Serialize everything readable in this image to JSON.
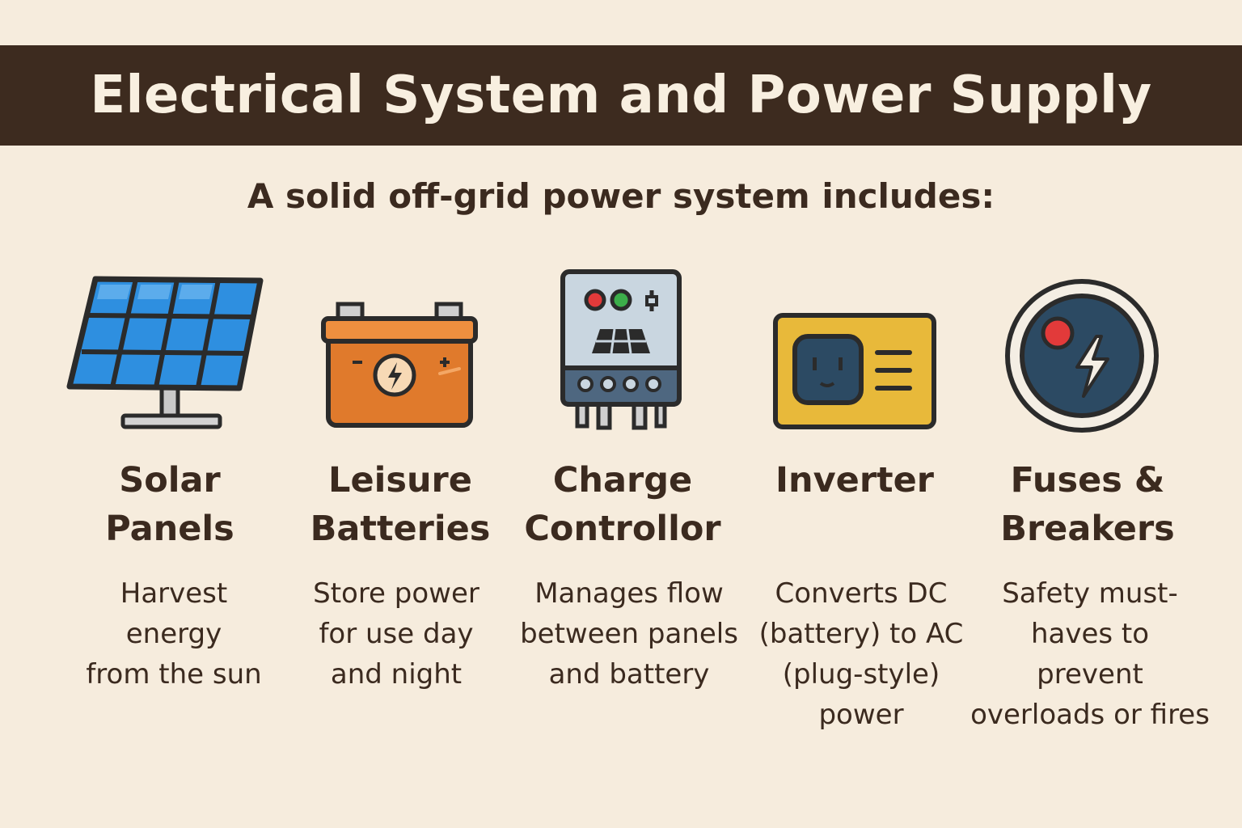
{
  "header": {
    "title": "Electrical System and Power Supply"
  },
  "intro": {
    "text": "A solid off-grid power system includes:"
  },
  "colors": {
    "title_bar": "#3d2b1f",
    "background": "#f6ecdd",
    "solar_blue": "#2e8fe0",
    "battery_orange": "#e07a2c",
    "controller_grey": "#c9d6e0",
    "inverter_yellow": "#e8b93a",
    "breaker_navy": "#2c4a63",
    "indicator_red": "#e23a3a",
    "indicator_green": "#3cae4a"
  },
  "items": [
    {
      "icon": "solar-panel-icon",
      "title_lines": [
        "Solar",
        "Panels"
      ],
      "desc_lines": [
        "Harvest",
        "energy",
        "from the sun"
      ]
    },
    {
      "icon": "battery-icon",
      "title_lines": [
        "Leisure",
        "Batteries"
      ],
      "desc_lines": [
        "Store power",
        "for use day",
        "and night"
      ]
    },
    {
      "icon": "charge-controller-icon",
      "title_lines": [
        "Charge",
        "Controllor"
      ],
      "desc_lines": [
        "Manages flow",
        "between panels",
        "and battery"
      ]
    },
    {
      "icon": "inverter-icon",
      "title_lines": [
        "Inverter"
      ],
      "desc_lines": [
        "Converts DC",
        "(battery) to AC",
        "(plug-style)",
        "power"
      ]
    },
    {
      "icon": "breaker-icon",
      "title_lines": [
        "Fuses &",
        "Breakers"
      ],
      "desc_lines": [
        "Safety must-",
        "haves to",
        "prevent",
        "overloads or fires"
      ]
    }
  ]
}
